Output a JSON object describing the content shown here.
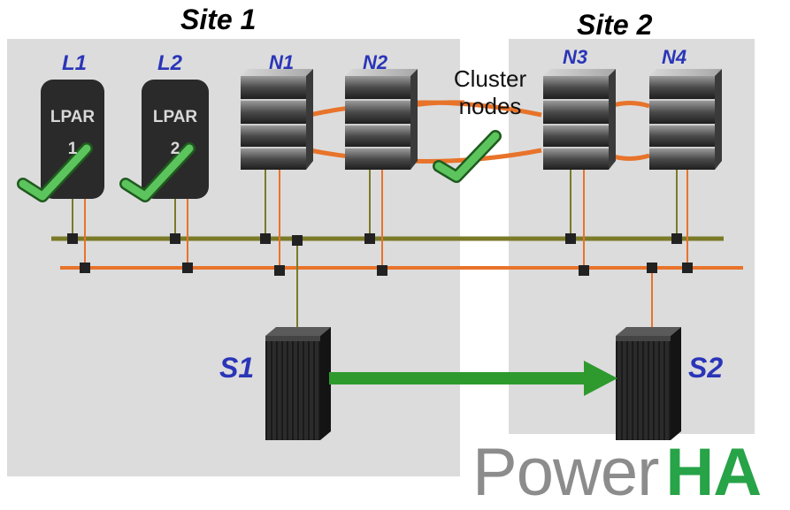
{
  "sites": [
    {
      "id": "site1",
      "title": "Site 1"
    },
    {
      "id": "site2",
      "title": "Site 2"
    }
  ],
  "lpars": [
    {
      "label": "L1",
      "box_line1": "LPAR",
      "box_line2": "1"
    },
    {
      "label": "L2",
      "box_line1": "LPAR",
      "box_line2": "2"
    }
  ],
  "nodes": [
    "N1",
    "N2",
    "N3",
    "N4"
  ],
  "cluster_caption": {
    "line1": "Cluster",
    "line2": "nodes"
  },
  "storage": [
    "S1",
    "S2"
  ],
  "brand": {
    "part1": "Power",
    "part2": "HA"
  },
  "colors": {
    "site_background": "#dcdcdc",
    "network_olive": "#7a7a28",
    "network_orange": "#e8732a",
    "replication_arrow": "#2e9a2e",
    "checkmark": "#5cc45c",
    "label_blue": "#2a35b8",
    "brand_grey": "#8c8c8c",
    "brand_green": "#27a348"
  }
}
